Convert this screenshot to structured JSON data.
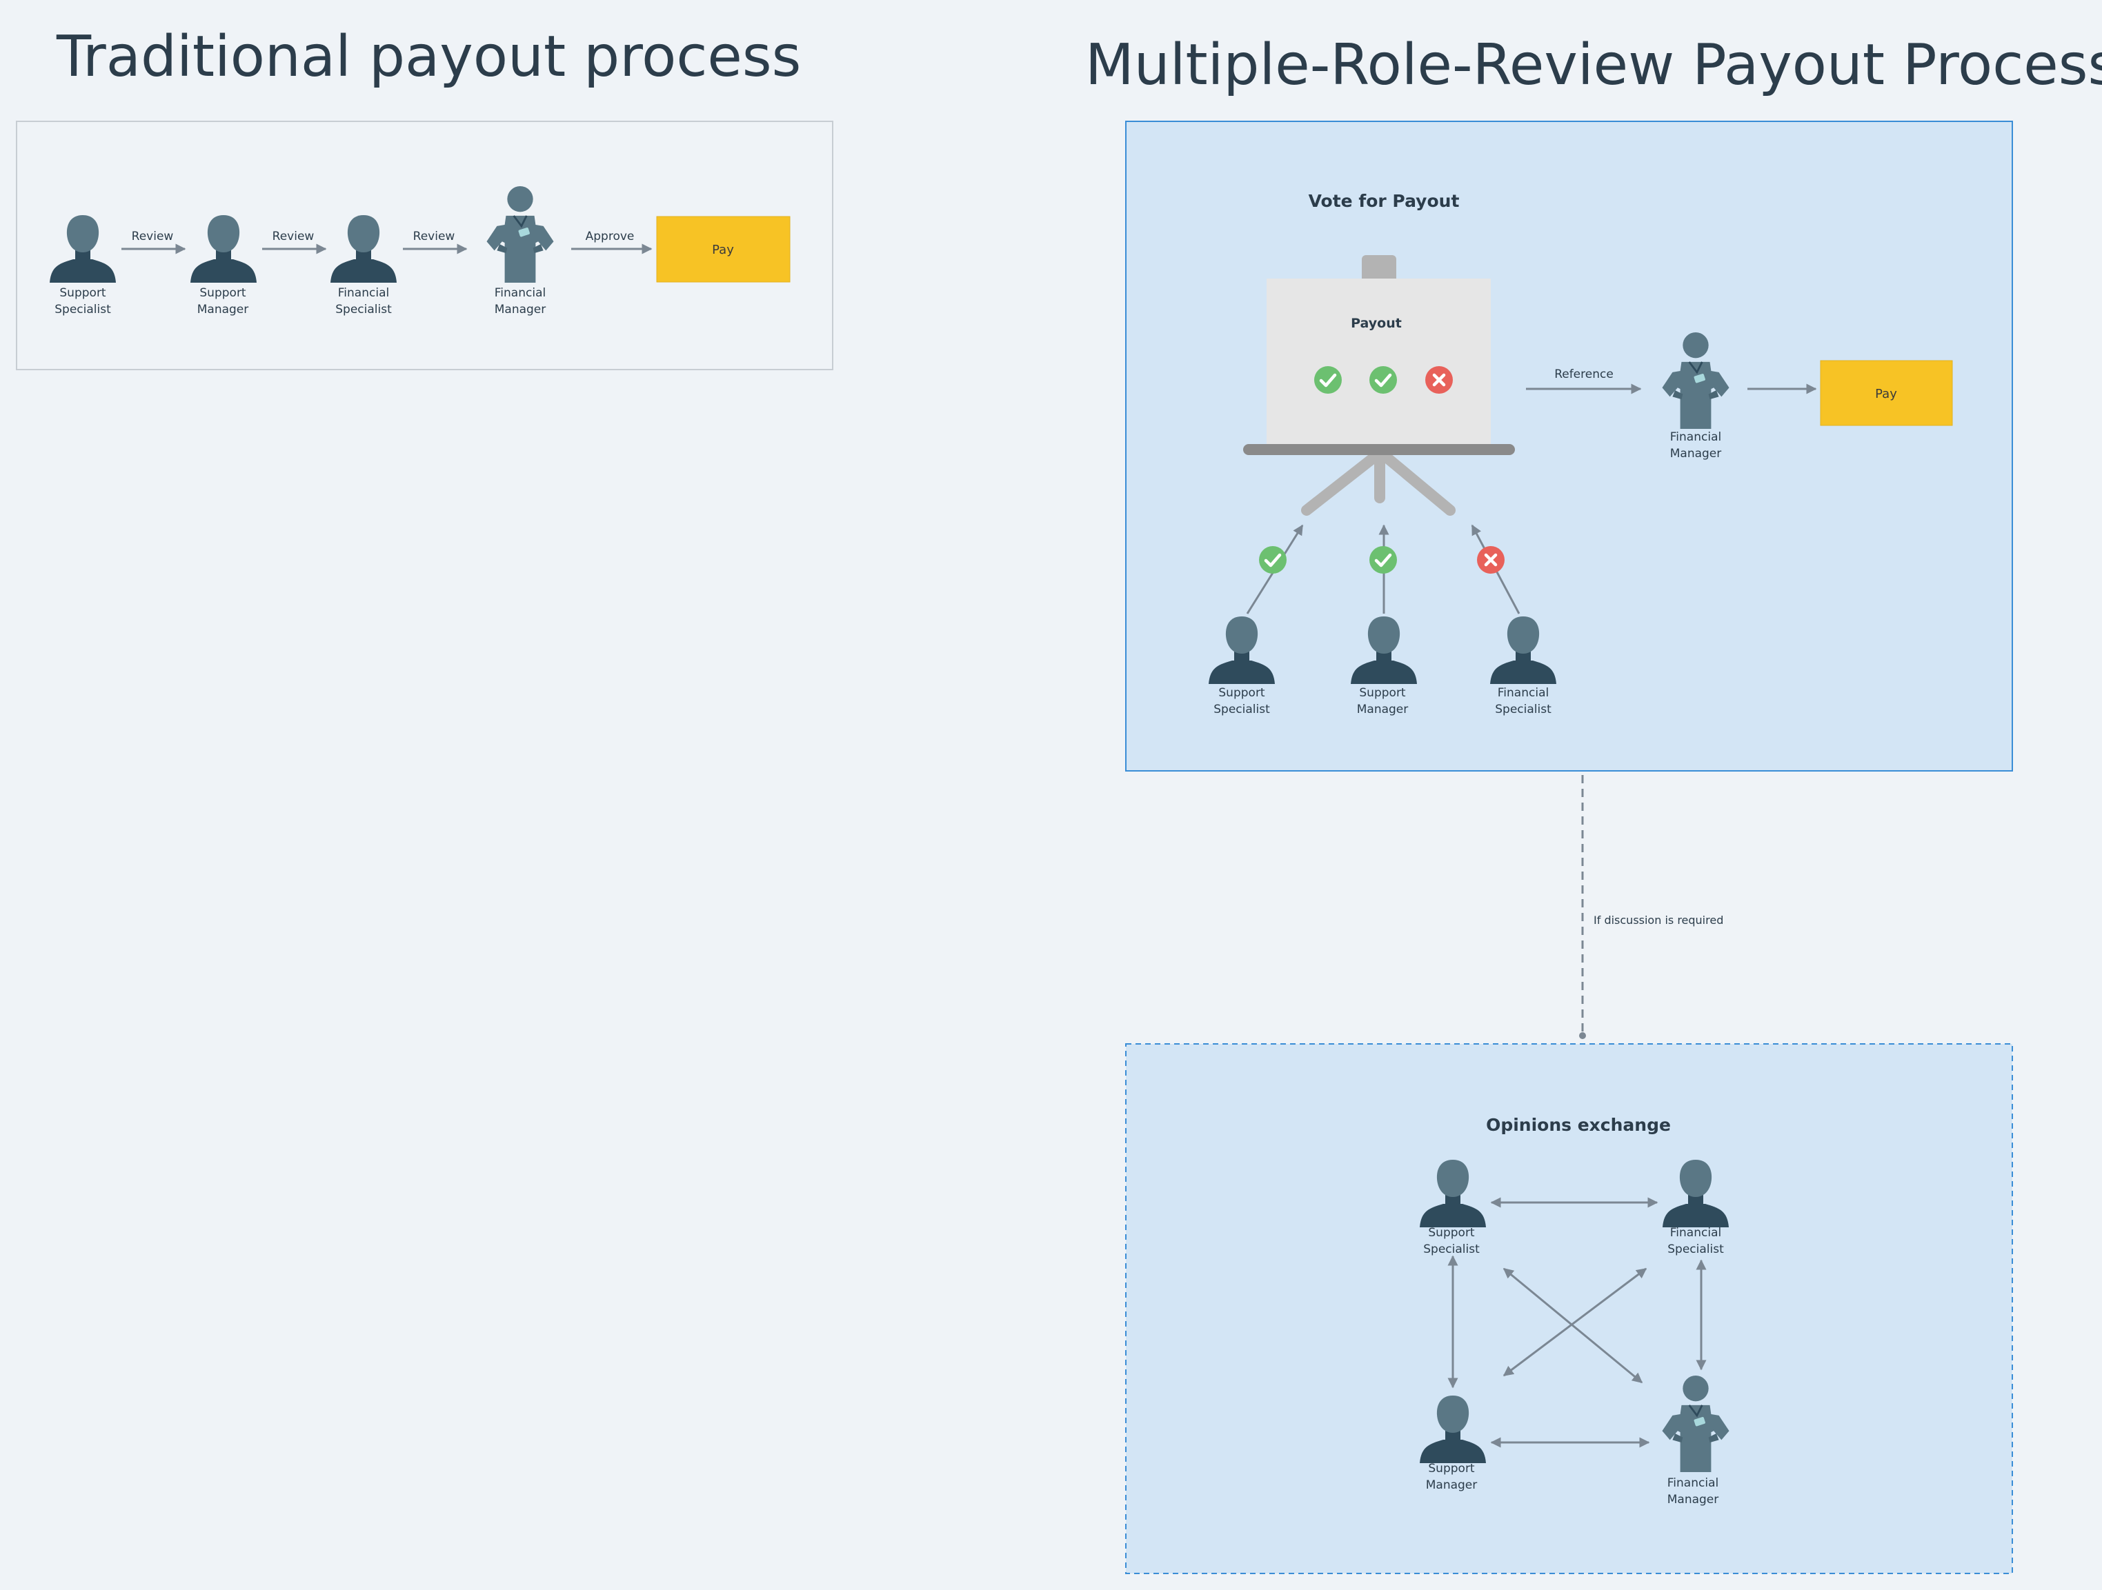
{
  "traditional": {
    "title": "Traditional payout process",
    "roles": [
      {
        "line1": "Support",
        "line2": "Specialist"
      },
      {
        "line1": "Support",
        "line2": "Manager"
      },
      {
        "line1": "Financial",
        "line2": "Specialist"
      },
      {
        "line1": "Financial",
        "line2": "Manager"
      }
    ],
    "edges": [
      "Review",
      "Review",
      "Review",
      "Approve"
    ],
    "pay_label": "Pay"
  },
  "multi_review": {
    "title": "Multiple-Role-Review Payout Process",
    "vote": {
      "title": "Vote for Payout",
      "board_title": "Payout",
      "board_votes": [
        "approve",
        "approve",
        "reject"
      ],
      "voters": [
        {
          "line1": "Support",
          "line2": "Specialist",
          "vote": "approve"
        },
        {
          "line1": "Support",
          "line2": "Manager",
          "vote": "approve"
        },
        {
          "line1": "Financial",
          "line2": "Specialist",
          "vote": "reject"
        }
      ],
      "reference_label": "Reference",
      "manager": {
        "line1": "Financial",
        "line2": "Manager"
      },
      "pay_label": "Pay"
    },
    "discussion_label": "If discussion is required",
    "opinions": {
      "title": "Opinions exchange",
      "roles": [
        {
          "line1": "Support",
          "line2": "Specialist"
        },
        {
          "line1": "Financial",
          "line2": "Specialist"
        },
        {
          "line1": "Support",
          "line2": "Manager"
        },
        {
          "line1": "Financial",
          "line2": "Manager"
        }
      ]
    }
  },
  "colors": {
    "background": "#eff3f7",
    "person": "#2f4b5c",
    "person_head": "#5a7785",
    "pay_box": "#f7c325",
    "vote_panel": "#d3e5f5",
    "panel_border": "#3a8dd6",
    "approve": "#6cc070",
    "reject": "#e8615a",
    "arrow": "#7b8793"
  },
  "icons": [
    "person-icon",
    "manager-icon",
    "check-icon",
    "cross-icon",
    "arrow-icon",
    "easel-icon"
  ]
}
